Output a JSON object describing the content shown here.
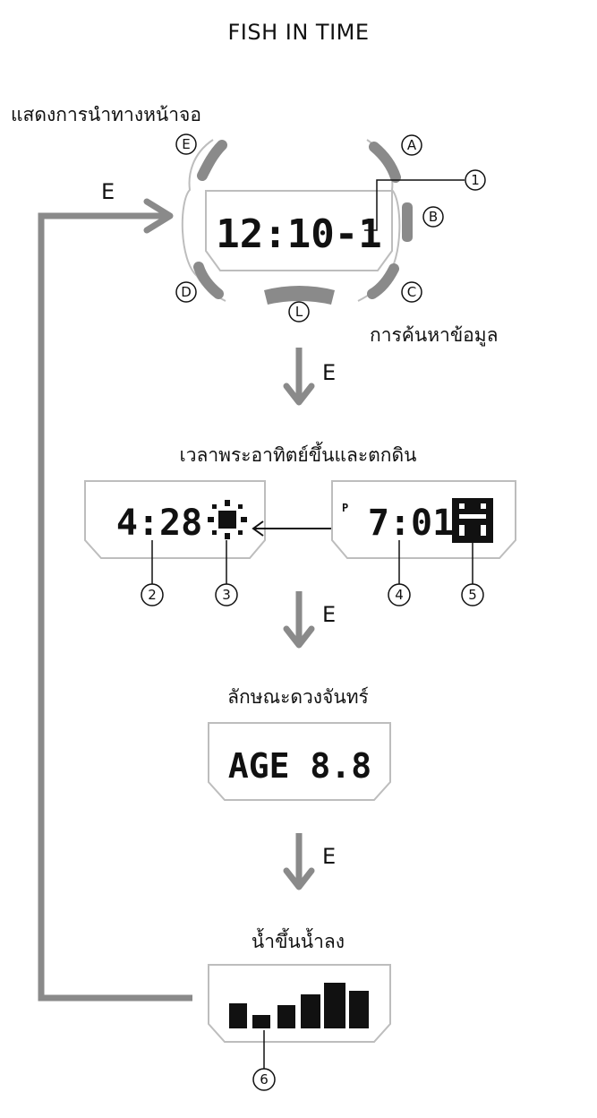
{
  "title": "FISH IN TIME",
  "labels": {
    "display_navigation": "แสดงการนำทางหน้าจอ",
    "data_search": "การค้นหาข้อมูล",
    "sunrise_sunset": "เวลาพระอาทิตย์ขึ้นและตกดิน",
    "moon_phase": "ลักษณะดวงจันทร์",
    "tide": "น้ำขึ้นน้ำลง"
  },
  "buttons": [
    "E",
    "A",
    "B",
    "C",
    "D",
    "L"
  ],
  "arrow_label": "E",
  "displays": {
    "watch": "12:10-1",
    "sunrise": "4:28",
    "sunset": "7:01",
    "sunset_indicator": "P",
    "moon": "AGE 8.8"
  },
  "callouts": [
    "1",
    "2",
    "3",
    "4",
    "5",
    "6"
  ],
  "colors": {
    "gray": "#8a8a8a",
    "outline": "#bdbdbd",
    "ink": "#111111"
  }
}
